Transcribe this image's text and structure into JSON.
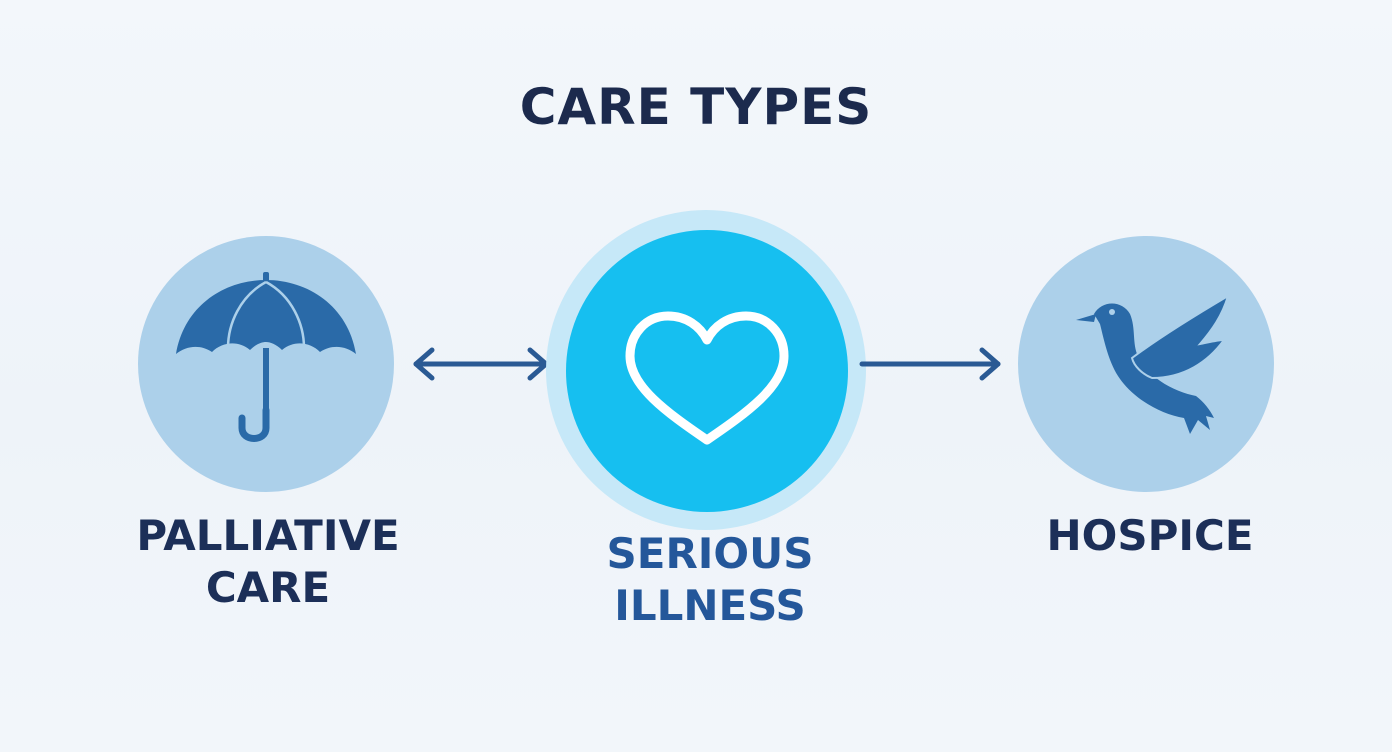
{
  "title": "CARE TYPES",
  "nodes": {
    "palliative": {
      "label_line1": "PALLIATIVE",
      "label_line2": "CARE",
      "icon": "umbrella-icon"
    },
    "serious_illness": {
      "label_line1": "SERIOUS",
      "label_line2": "ILLNESS",
      "icon": "heart-icon"
    },
    "hospice": {
      "label": "HOSPICE",
      "icon": "dove-icon"
    }
  },
  "connectors": [
    {
      "from": "palliative",
      "to": "serious_illness",
      "type": "bidirectional"
    },
    {
      "from": "serious_illness",
      "to": "hospice",
      "type": "one-way"
    }
  ],
  "colors": {
    "title": "#1c2a4d",
    "side_circle": "#acd0ea",
    "center_circle": "#16bff0",
    "center_halo": "#c6e8f8",
    "icon": "#2a6aa8",
    "arrow": "#2a5a94",
    "label_dark": "#1c2f58",
    "label_center": "#24579a"
  }
}
